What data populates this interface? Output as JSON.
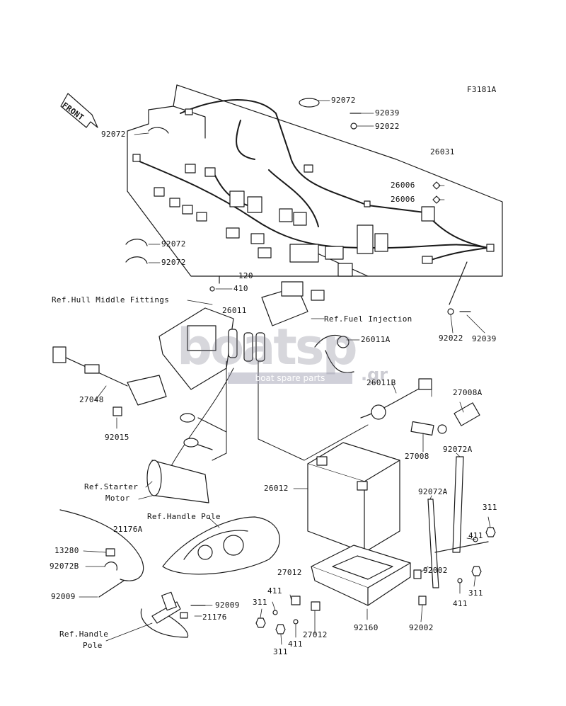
{
  "figure_code": "F3181A",
  "front_arrow": "FRONT",
  "watermark": {
    "brand": "boatsp",
    "suffix": ".gr",
    "tagline": "boat spare parts"
  },
  "labels": {
    "p92072_top": "92072",
    "p92039_top": "92039",
    "p92022_top": "92022",
    "p92072_left": "92072",
    "p26031": "26031",
    "p26006_a": "26006",
    "p26006_b": "26006",
    "p92072_c": "92072",
    "p92072_d": "92072",
    "p120": "120",
    "p410": "410",
    "ref_hull": "Ref.Hull Middle Fittings",
    "p26011": "26011",
    "ref_fuel": "Ref.Fuel Injection",
    "p92022_mid": "92022",
    "p92039_mid": "92039",
    "p26011A": "26011A",
    "p26011B": "26011B",
    "p27008A": "27008A",
    "p27048": "27048",
    "p92015": "92015",
    "p27008": "27008",
    "p92072A_a": "92072A",
    "ref_starter_1": "Ref.Starter",
    "ref_starter_2": "Motor",
    "p26012": "26012",
    "ref_handle_1": "Ref.Handle Pole",
    "p92072A_b": "92072A",
    "p311_a": "311",
    "p21176A": "21176A",
    "p411_a": "411",
    "p13280": "13280",
    "p92072B": "92072B",
    "p92002_a": "92002",
    "p27012_a": "27012",
    "p311_b": "311",
    "p92009_a": "92009",
    "p411_b": "411",
    "p411_c": "411",
    "p311_c": "311",
    "p92009_b": "92009",
    "p21176": "21176",
    "p92160": "92160",
    "p92002_b": "92002",
    "ref_handle_2a": "Ref.Handle",
    "ref_handle_2b": "Pole",
    "p27012_b": "27012",
    "p411_d": "411",
    "p311_d": "311"
  },
  "colors": {
    "line": "#1a1a1a",
    "watermark": "#6e6e82"
  }
}
